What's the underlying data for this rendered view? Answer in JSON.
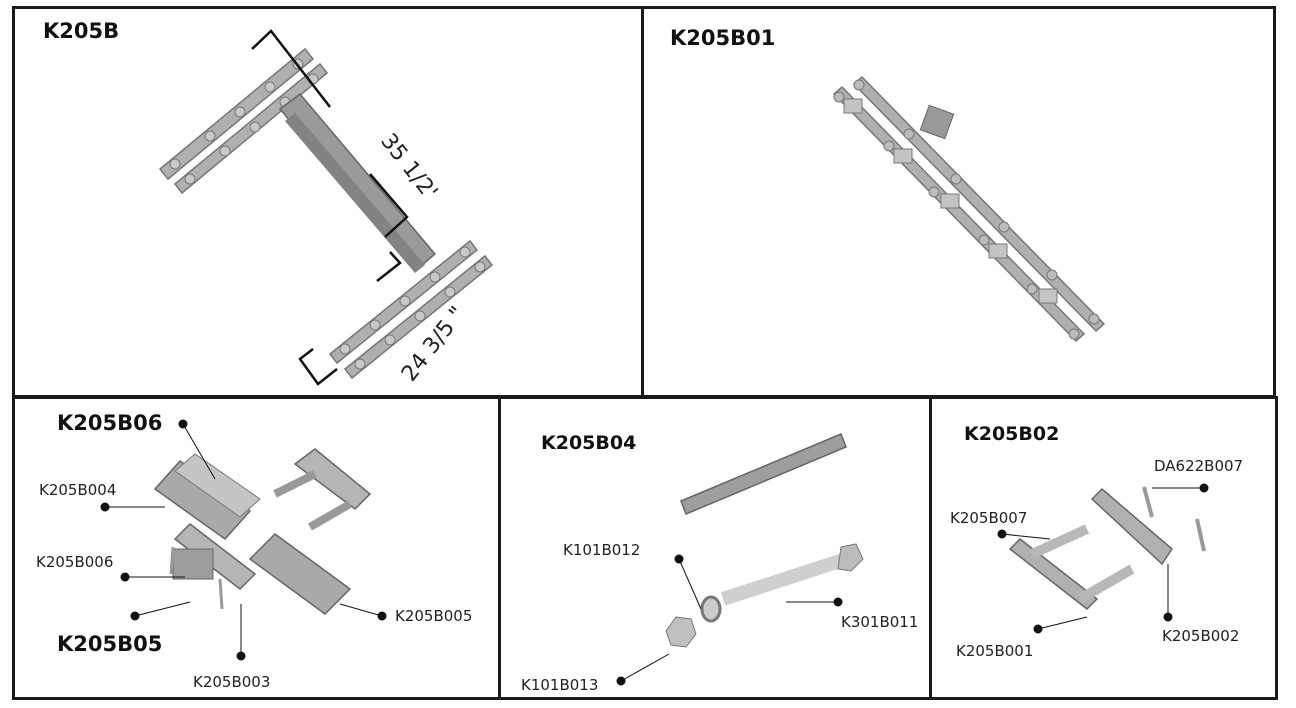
{
  "panels": [
    {
      "title": "K205B",
      "dimensions": {
        "long": "35 1/2'",
        "short": "24 3/5 \""
      }
    },
    {
      "title": "K205B01"
    },
    {
      "title": "K205B06",
      "subtitle": "K205B05",
      "labels": {
        "a": "K205B004",
        "b": "K205B006",
        "c": "K205B003",
        "d": "K205B005"
      }
    },
    {
      "title": "K205B04",
      "labels": {
        "a": "K101B012",
        "b": "K301B011",
        "c": "K101B013"
      }
    },
    {
      "title": "K205B02",
      "labels": {
        "a": "DA622B007",
        "b": "K205B007",
        "c": "K205B002",
        "d": "K205B001"
      }
    }
  ],
  "colors": {
    "border": "#1a1a1a",
    "part": "#a8a8a8",
    "part_dark": "#7a7a7a",
    "part_light": "#d4d4d4"
  }
}
